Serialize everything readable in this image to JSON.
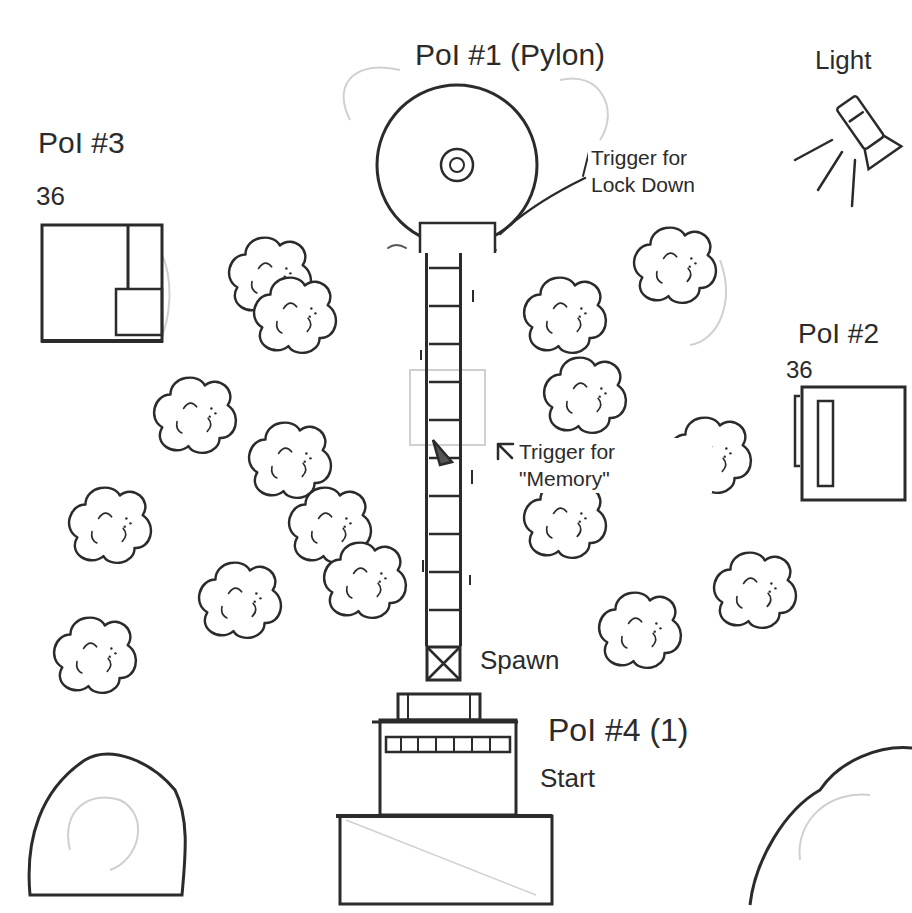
{
  "diagram": {
    "nodes": [
      {
        "text": [
          "PoI #1 (Pylon)"
        ]
      },
      {
        "text": [
          "PoI #3",
          "36"
        ]
      },
      {
        "text": [
          "PoI #2",
          "36"
        ]
      },
      {
        "text": [
          "Spawn"
        ]
      },
      {
        "text": [
          "PoI #4 (1)",
          "Start"
        ]
      }
    ],
    "edges": [
      {
        "from": 3,
        "to": 0,
        "arrow": "none"
      }
    ],
    "labels": [
      "Light",
      "Trigger for Lock Down",
      "Trigger for \"Memory\""
    ]
  }
}
